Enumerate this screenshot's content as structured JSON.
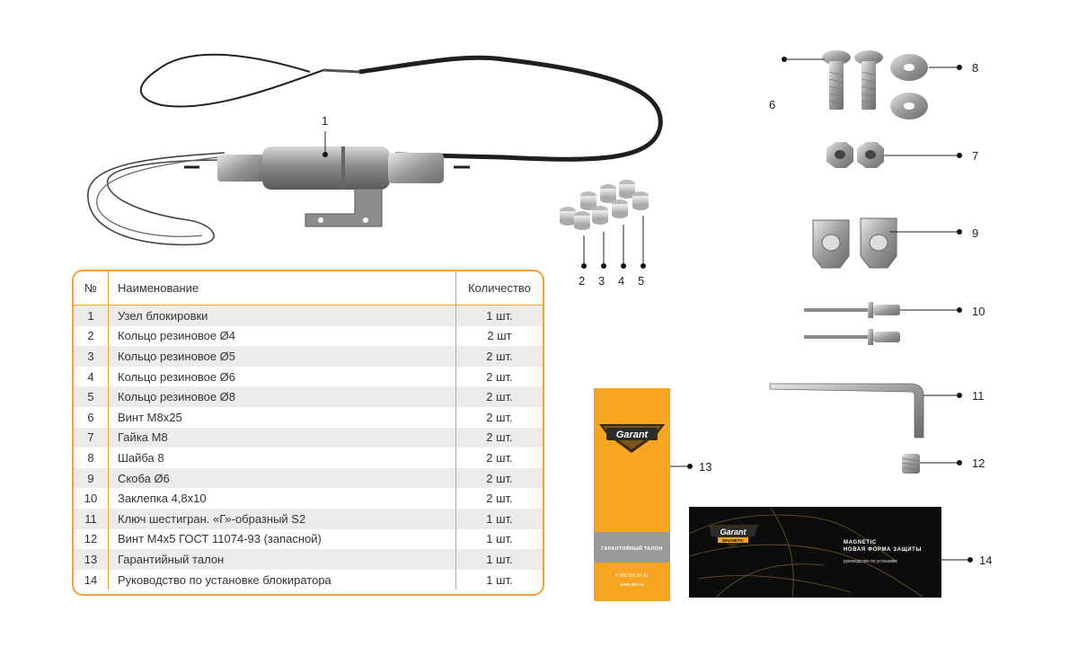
{
  "table": {
    "headers": {
      "num": "№",
      "name": "Наименование",
      "qty": "Количество"
    },
    "rows": [
      {
        "num": "1",
        "name": "Узел блокировки",
        "qty": "1 шт."
      },
      {
        "num": "2",
        "name": "Кольцо резиновое  Ø4",
        "qty": "2 шт"
      },
      {
        "num": "3",
        "name": "Кольцо резиновое  Ø5",
        "qty": "2 шт."
      },
      {
        "num": "4",
        "name": "Кольцо резиновое  Ø6",
        "qty": "2 шт."
      },
      {
        "num": "5",
        "name": "Кольцо резиновое  Ø8",
        "qty": "2 шт."
      },
      {
        "num": "6",
        "name": "Винт М8х25",
        "qty": "2 шт."
      },
      {
        "num": "7",
        "name": "Гайка М8",
        "qty": "2 шт."
      },
      {
        "num": "8",
        "name": "Шайба 8",
        "qty": "2 шт."
      },
      {
        "num": "9",
        "name": "Скоба Ø6",
        "qty": "2 шт."
      },
      {
        "num": "10",
        "name": "Заклепка 4,8х10",
        "qty": "2 шт."
      },
      {
        "num": "11",
        "name": "Ключ шестигран. «Г»-образный S2",
        "qty": "1 шт."
      },
      {
        "num": "12",
        "name": "Винт М4х5 ГОСТ 11074-93 (запасной)",
        "qty": "1 шт."
      },
      {
        "num": "13",
        "name": "Гарантийный талон",
        "qty": "1 шт."
      },
      {
        "num": "14",
        "name": "Руководство по установке блокиратора",
        "qty": "1 шт."
      }
    ]
  },
  "callouts": {
    "c1": "1",
    "c2": "2",
    "c3": "3",
    "c4": "4",
    "c5": "5",
    "c6": "6",
    "c7": "7",
    "c8": "8",
    "c9": "9",
    "c10": "10",
    "c11": "11",
    "c12": "12",
    "c13": "13",
    "c14": "14"
  },
  "warranty_card": {
    "logo": "Garant",
    "band_text": "ГАРАНТИЙНЫЙ ТАЛОН",
    "phone": "8 800 555 01 41",
    "site": "www.dim.ru"
  },
  "manual": {
    "logo": "Garant",
    "logo_sub": "MAGNETIC",
    "title1": "MAGNETIC",
    "title2": "НОВАЯ ФОРМА ЗАЩИТЫ",
    "subtitle": "руководство по установке"
  },
  "colors": {
    "accent": "#f1a33a",
    "card": "#f7a521",
    "manual_bg": "#0c0c0c",
    "row_alt": "#ececec"
  }
}
